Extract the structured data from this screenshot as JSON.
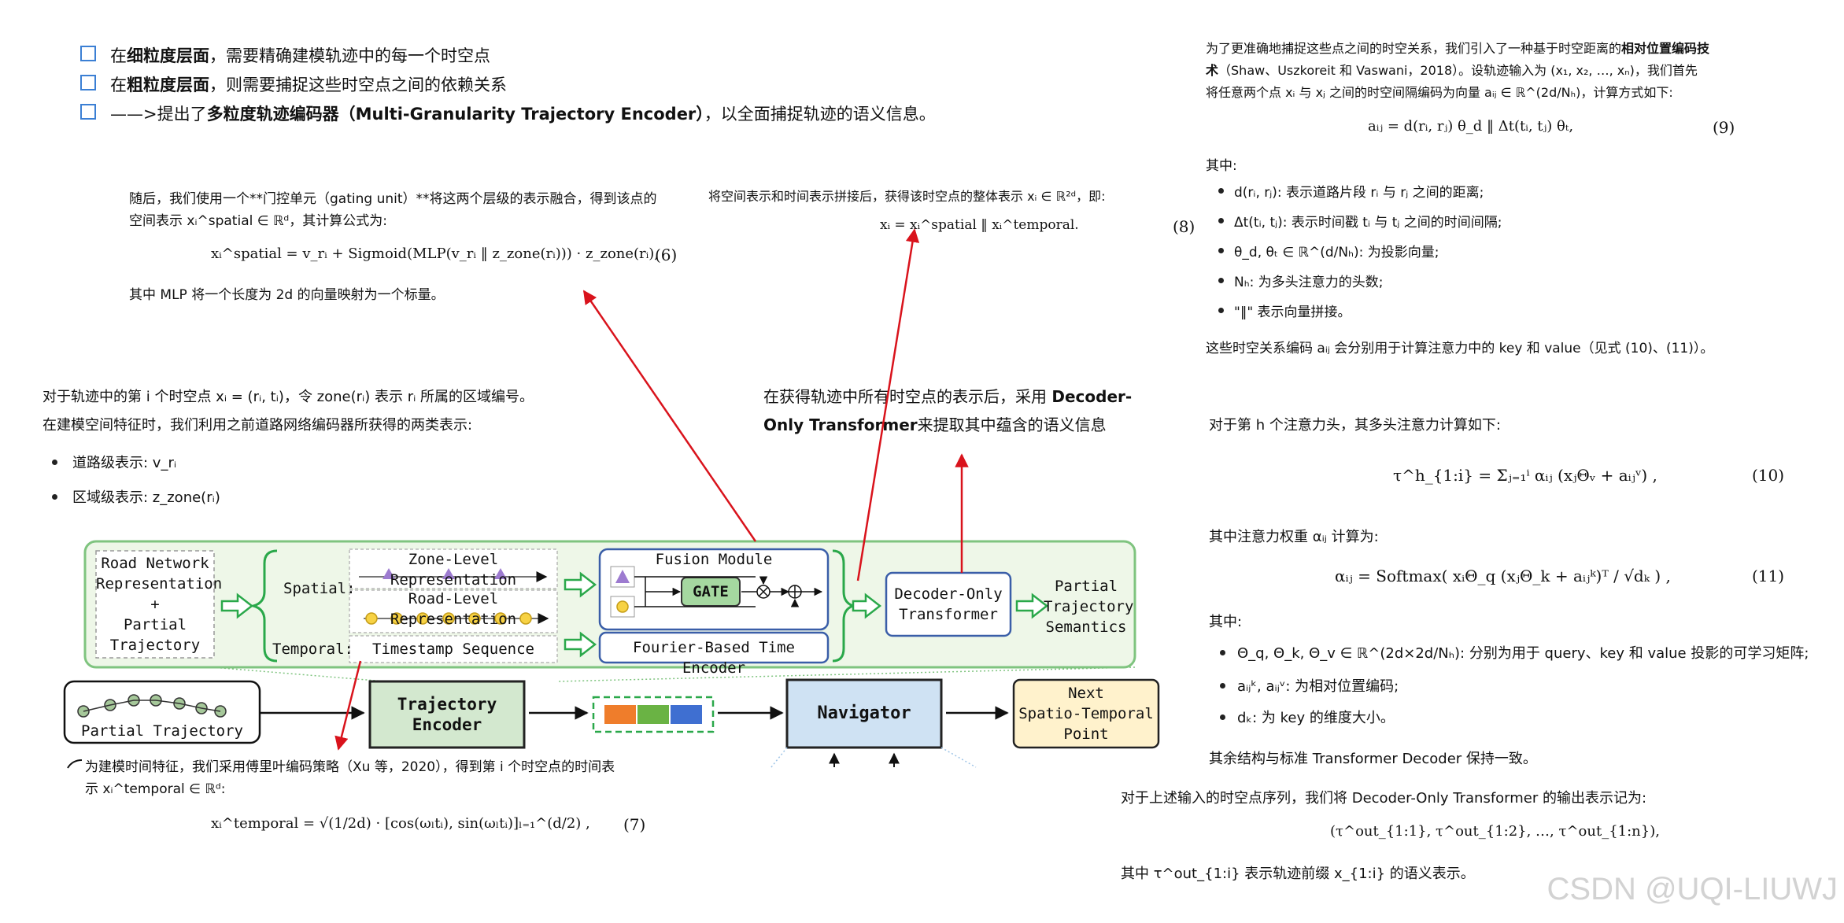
{
  "top_checklist": [
    {
      "prefix": "在",
      "bold": "细粒度层面",
      "suffix": "，需要精确建模轨迹中的每一个时空点"
    },
    {
      "prefix": "在",
      "bold": "粗粒度层面",
      "suffix": "，则需要捕捉这些时空点之间的依赖关系"
    },
    {
      "prefix": "——>提出了",
      "bold": "多粒度轨迹编码器（Multi-Granularity Trajectory Encoder）",
      "suffix": "，以全面捕捉轨迹的语义信息。"
    }
  ],
  "gate_block": {
    "line1": "随后，我们使用一个**门控单元（gating unit）**将这两个层级的表示融合，得到该点的",
    "line2": "空间表示 xᵢ^spatial ∈ ℝᵈ，其计算公式为:",
    "equation": "xᵢ^spatial = v_rᵢ + Sigmoid(MLP(v_rᵢ ‖ z_zone(rᵢ))) · z_zone(rᵢ),",
    "eq_num": "(6)",
    "note": "其中 MLP 将一个长度为 2d 的向量映射为一个标量。"
  },
  "concat_block": {
    "line1": "将空间表示和时间表示拼接后，获得该时空点的整体表示 xᵢ ∈ ℝ²ᵈ，即:",
    "equation": "xᵢ = xᵢ^spatial ‖ xᵢ^temporal.",
    "eq_num": "(8)"
  },
  "spatial_intro": {
    "line1": "对于轨迹中的第 i 个时空点 xᵢ = (rᵢ, tᵢ)，令 zone(rᵢ) 表示 rᵢ 所属的区域编号。",
    "line2": "在建模空间特征时，我们利用之前道路网络编码器所获得的两类表示:",
    "bullet1": "道路级表示: v_rᵢ",
    "bullet2": "区域级表示: z_zone(rᵢ)"
  },
  "decoder_note": {
    "line1_prefix": "在获得轨迹中所有时空点的表示后，采用 ",
    "line1_bold": "Decoder-",
    "line2_bold": "Only Transformer",
    "line2_suffix": "来提取其中蕴含的语义信息"
  },
  "temporal_block": {
    "line1": "为建模时间特征，我们采用傅里叶编码策略（Xu 等，2020），得到第 i 个时空点的时间表",
    "line2": "示 xᵢ^temporal ∈ ℝᵈ:",
    "equation": "xᵢ^temporal = √(1/2d) · [cos(ωₗtᵢ), sin(ωₗtᵢ)]ₗ₌₁^(d/2) ,",
    "eq_num": "(7)"
  },
  "right_column": {
    "intro_line1_prefix": "为了更准确地捕捉这些点之间的时空关系，我们引入了一种基于时空距离的",
    "intro_line1_bold": "相对位置编码技",
    "intro_line2_bold": "术",
    "intro_line2_suffix": "（Shaw、Uszkoreit 和 Vaswani，2018）。设轨迹输入为 (x₁, x₂, …, xₙ)，我们首先",
    "intro_line3": "将任意两个点 xᵢ 与 xⱼ 之间的时空间隔编码为向量 aᵢⱼ ∈ ℝ^(2d/Nₕ)，计算方式如下:",
    "eq9": "aᵢⱼ = d(rᵢ, rⱼ) θ_d ‖ Δt(tᵢ, tⱼ) θₜ,",
    "eq9_num": "(9)",
    "where1": "其中:",
    "bullets1": [
      "d(rᵢ, rⱼ): 表示道路片段 rᵢ 与 rⱼ 之间的距离;",
      "Δt(tᵢ, tⱼ): 表示时间戳 tᵢ 与 tⱼ 之间的时间间隔;",
      "θ_d, θₜ ∈ ℝ^(d/Nₕ): 为投影向量;",
      "Nₕ: 为多头注意力的头数;",
      "\"‖\" 表示向量拼接。"
    ],
    "kv_note": "这些时空关系编码 aᵢⱼ 会分别用于计算注意力中的 key 和 value（见式 (10)、(11)）。",
    "head_intro": "对于第 h 个注意力头，其多头注意力计算如下:",
    "eq10": "τ^h_{1:i} = Σⱼ₌₁ⁱ αᵢⱼ (xⱼΘᵥ + aᵢⱼᵛ) ,",
    "eq10_num": "(10)",
    "weight_intro": "其中注意力权重 αᵢⱼ 计算为:",
    "eq11": "αᵢⱼ = Softmax( xᵢΘ_q (xⱼΘ_k + aᵢⱼᵏ)ᵀ / √dₖ ) ,",
    "eq11_num": "(11)",
    "where2": "其中:",
    "bullets2": [
      "Θ_q, Θ_k, Θ_v ∈ ℝ^(2d×2d/Nₕ): 分别为用于 query、key 和 value 投影的可学习矩阵;",
      "aᵢⱼᵏ, aᵢⱼᵛ: 为相对位置编码;",
      "dₖ: 为 key 的维度大小。"
    ],
    "rest_note": "其余结构与标准 Transformer Decoder 保持一致。",
    "output_intro": "对于上述输入的时空点序列，我们将 Decoder-Only Transformer 的输出表示记为:",
    "output_eq": "(τ^out_{1:1}, τ^out_{1:2}, …, τ^out_{1:n}),",
    "output_note": "其中 τ^out_{1:i} 表示轨迹前缀 x_{1:i} 的语义表示。"
  },
  "diagram": {
    "road_network": [
      "Road Network",
      "Representation",
      "+",
      "Partial",
      "Trajectory"
    ],
    "spatial_label": "Spatial:",
    "temporal_label": "Temporal:",
    "zone_level": "Zone-Level Representation",
    "road_level": "Road-Level Representation",
    "timestamp_seq": "Timestamp Sequence",
    "fusion_module": "Fusion Module",
    "gate": "GATE",
    "fourier": "Fourier-Based Time Encoder",
    "decoder_only": [
      "Decoder-Only",
      "Transformer"
    ],
    "partial_semantics": [
      "Partial",
      "Trajectory",
      "Semantics"
    ],
    "partial_trajectory": "Partial Trajectory",
    "trajectory_encoder": [
      "Trajectory",
      "Encoder"
    ],
    "navigator": "Navigator",
    "next_point": [
      "Next",
      "Spatio-Temporal",
      "Point"
    ],
    "colors": {
      "green_border": "#7fc47f",
      "green_bg": "#eef7e8",
      "blue_border": "#3a5ea8",
      "enc_fill": "#d3e8cf",
      "nav_fill": "#cfe2f3",
      "next_fill": "#fff2cc",
      "arrow_red": "#d9131c",
      "purple": "#9d7bd0",
      "yellow": "#f7d244"
    }
  },
  "watermark": "CSDN @UQI-LIUWJ"
}
